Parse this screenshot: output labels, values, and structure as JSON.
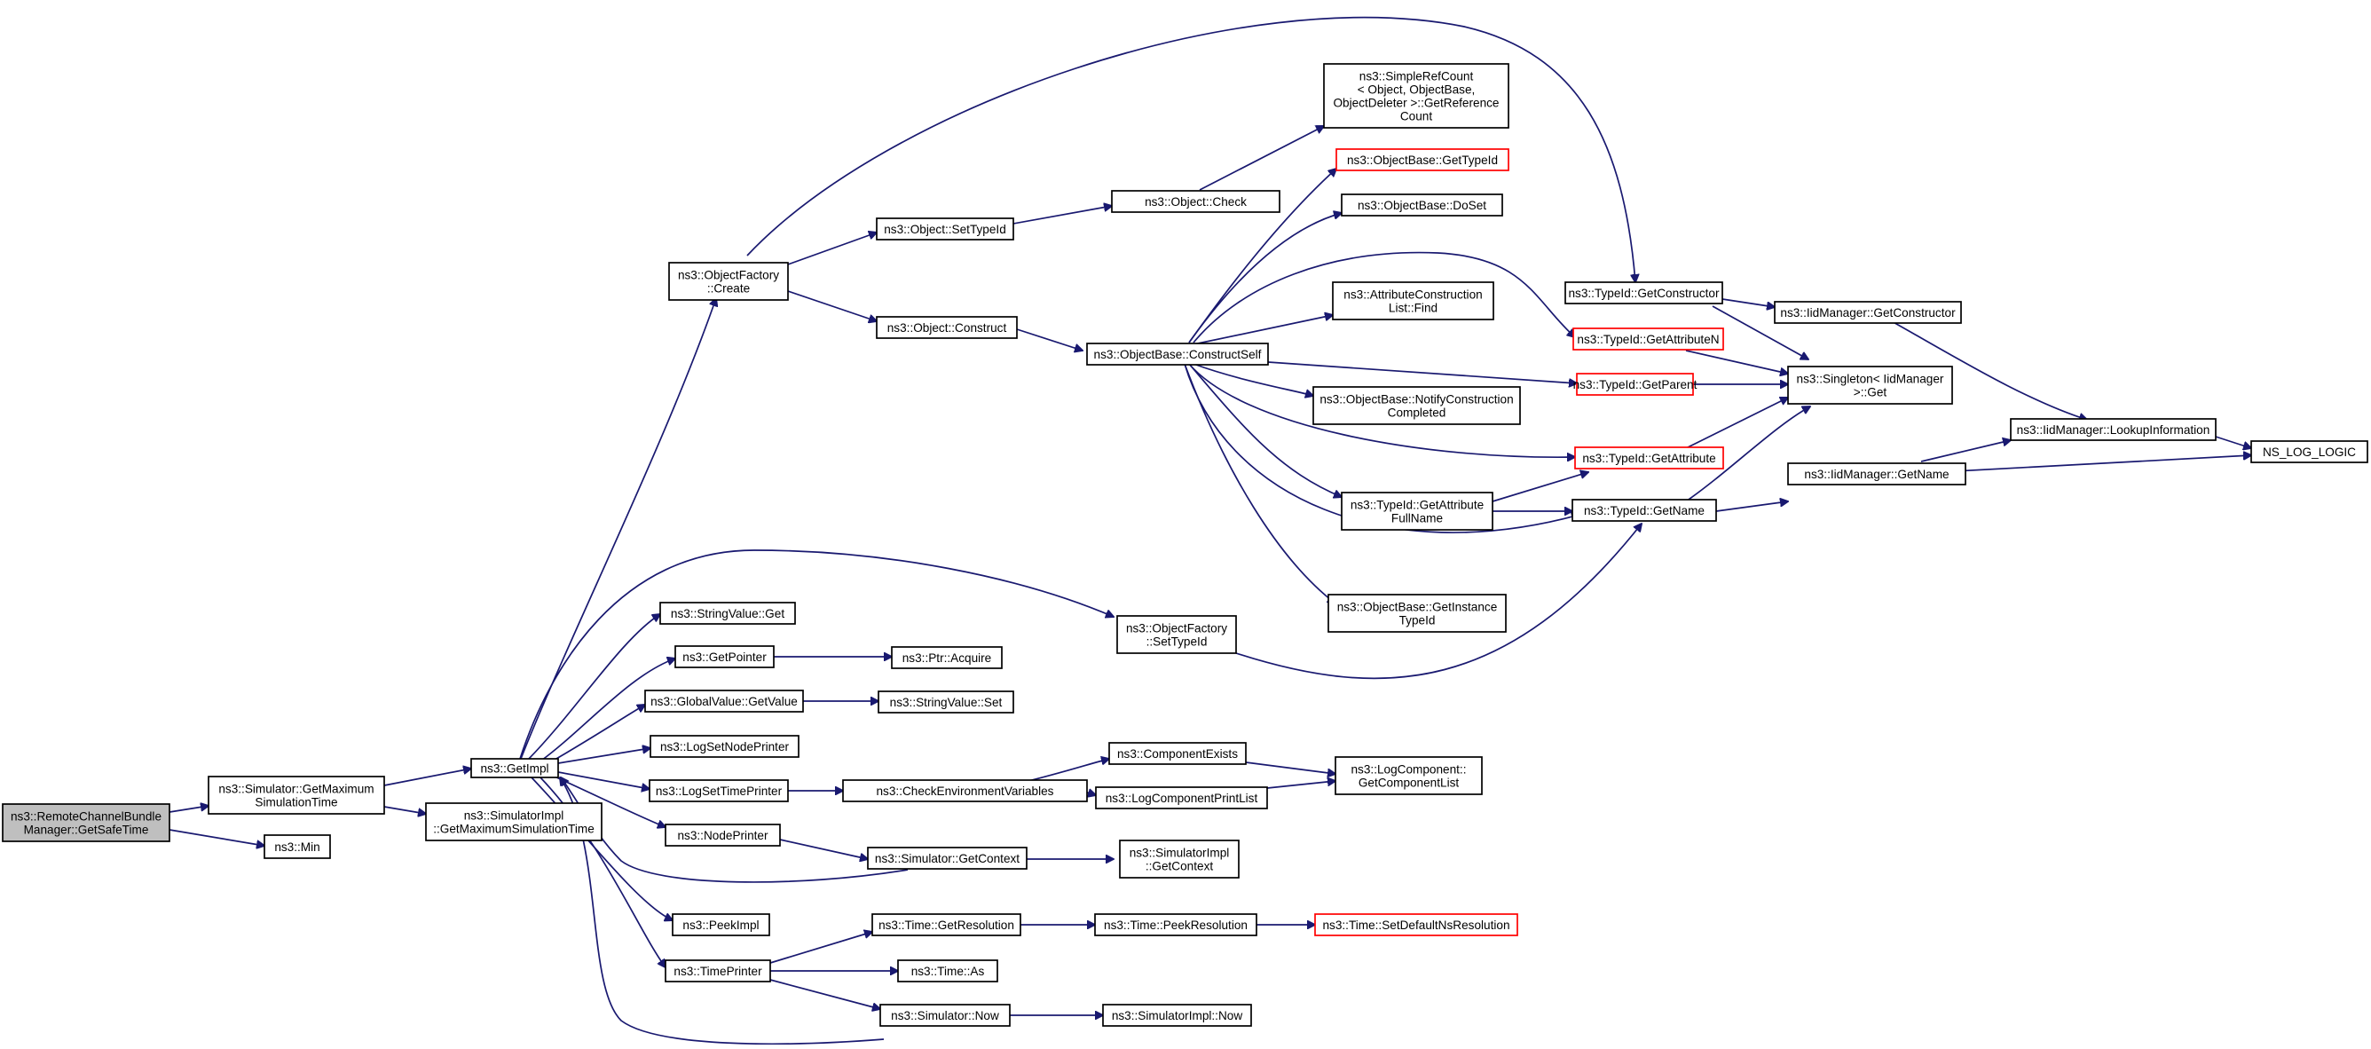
{
  "colors": {
    "edge": "#191970",
    "border": "#000000",
    "border_external": "#ff0000",
    "root_fill": "#bfbfbf",
    "fill": "#ffffff"
  },
  "nodes": [
    {
      "id": "root",
      "lines": [
        "ns3::RemoteChannelBundle",
        "Manager::GetSafeTime"
      ]
    },
    {
      "id": "getmax",
      "lines": [
        "ns3::Simulator::GetMaximum",
        "SimulationTime"
      ]
    },
    {
      "id": "min",
      "lines": [
        "ns3::Min"
      ]
    },
    {
      "id": "getimpl",
      "lines": [
        "ns3::GetImpl"
      ]
    },
    {
      "id": "simimpl_getmax",
      "lines": [
        "ns3::SimulatorImpl",
        "::GetMaximumSimulationTime"
      ]
    },
    {
      "id": "of_create",
      "lines": [
        "ns3::ObjectFactory",
        "::Create"
      ]
    },
    {
      "id": "stringvalue_get",
      "lines": [
        "ns3::StringValue::Get"
      ]
    },
    {
      "id": "getpointer",
      "lines": [
        "ns3::GetPointer"
      ]
    },
    {
      "id": "globalvalue_getvalue",
      "lines": [
        "ns3::GlobalValue::GetValue"
      ]
    },
    {
      "id": "logsetnodeprinter",
      "lines": [
        "ns3::LogSetNodePrinter"
      ]
    },
    {
      "id": "logsettimeprinter",
      "lines": [
        "ns3::LogSetTimePrinter"
      ]
    },
    {
      "id": "nodeprinter",
      "lines": [
        "ns3::NodePrinter"
      ]
    },
    {
      "id": "peekimpl",
      "lines": [
        "ns3::PeekImpl"
      ]
    },
    {
      "id": "timeprinter",
      "lines": [
        "ns3::TimePrinter"
      ]
    },
    {
      "id": "object_settypeid",
      "lines": [
        "ns3::Object::SetTypeId"
      ]
    },
    {
      "id": "object_construct",
      "lines": [
        "ns3::Object::Construct"
      ]
    },
    {
      "id": "ptr_acquire",
      "lines": [
        "ns3::Ptr::Acquire"
      ]
    },
    {
      "id": "stringvalue_set",
      "lines": [
        "ns3::StringValue::Set"
      ]
    },
    {
      "id": "checkenv",
      "lines": [
        "ns3::CheckEnvironmentVariables"
      ]
    },
    {
      "id": "sim_getcontext",
      "lines": [
        "ns3::Simulator::GetContext"
      ]
    },
    {
      "id": "time_getres",
      "lines": [
        "ns3::Time::GetResolution"
      ]
    },
    {
      "id": "time_as",
      "lines": [
        "ns3::Time::As"
      ]
    },
    {
      "id": "sim_now",
      "lines": [
        "ns3::Simulator::Now"
      ]
    },
    {
      "id": "object_check",
      "lines": [
        "ns3::Object::Check"
      ]
    },
    {
      "id": "ob_constructself",
      "lines": [
        "ns3::ObjectBase::ConstructSelf"
      ]
    },
    {
      "id": "of_settypeid",
      "lines": [
        "ns3::ObjectFactory",
        "::SetTypeId"
      ]
    },
    {
      "id": "componentexists",
      "lines": [
        "ns3::ComponentExists"
      ]
    },
    {
      "id": "logcomponentprintlist",
      "lines": [
        "ns3::LogComponentPrintList"
      ]
    },
    {
      "id": "simimpl_getcontext",
      "lines": [
        "ns3::SimulatorImpl",
        "::GetContext"
      ]
    },
    {
      "id": "time_peekres",
      "lines": [
        "ns3::Time::PeekResolution"
      ]
    },
    {
      "id": "simimpl_now",
      "lines": [
        "ns3::SimulatorImpl::Now"
      ]
    },
    {
      "id": "simplerefcount",
      "lines": [
        "ns3::SimpleRefCount",
        "< Object, ObjectBase,",
        "ObjectDeleter >::GetReference",
        "Count"
      ]
    },
    {
      "id": "ob_gettypeid",
      "lines": [
        "ns3::ObjectBase::GetTypeId"
      ],
      "external": true
    },
    {
      "id": "ob_doset",
      "lines": [
        "ns3::ObjectBase::DoSet"
      ]
    },
    {
      "id": "acl_find",
      "lines": [
        "ns3::AttributeConstruction",
        "List::Find"
      ]
    },
    {
      "id": "ob_notify",
      "lines": [
        "ns3::ObjectBase::NotifyConstruction",
        "Completed"
      ]
    },
    {
      "id": "tid_getattrfullname",
      "lines": [
        "ns3::TypeId::GetAttribute",
        "FullName"
      ]
    },
    {
      "id": "ob_getinstancetypeid",
      "lines": [
        "ns3::ObjectBase::GetInstance",
        "TypeId"
      ]
    },
    {
      "id": "logcomponent_getlist",
      "lines": [
        "ns3::LogComponent::",
        "GetComponentList"
      ]
    },
    {
      "id": "time_setdefault",
      "lines": [
        "ns3::Time::SetDefaultNsResolution"
      ],
      "external": true
    },
    {
      "id": "tid_getconstructor",
      "lines": [
        "ns3::TypeId::GetConstructor"
      ]
    },
    {
      "id": "tid_getattributen",
      "lines": [
        "ns3::TypeId::GetAttributeN"
      ],
      "external": true
    },
    {
      "id": "tid_getparent",
      "lines": [
        "ns3::TypeId::GetParent"
      ],
      "external": true
    },
    {
      "id": "tid_getattribute",
      "lines": [
        "ns3::TypeId::GetAttribute"
      ],
      "external": true
    },
    {
      "id": "tid_getname",
      "lines": [
        "ns3::TypeId::GetName"
      ]
    },
    {
      "id": "iidmanager_getconstructor",
      "lines": [
        "ns3::IidManager::GetConstructor"
      ]
    },
    {
      "id": "singleton_get",
      "lines": [
        "ns3::Singleton< IidManager",
        ">::Get"
      ]
    },
    {
      "id": "iidmanager_getname",
      "lines": [
        "ns3::IidManager::GetName"
      ]
    },
    {
      "id": "iidmanager_lookup",
      "lines": [
        "ns3::IidManager::LookupInformation"
      ]
    },
    {
      "id": "ns_log_logic",
      "lines": [
        "NS_LOG_LOGIC"
      ]
    }
  ]
}
